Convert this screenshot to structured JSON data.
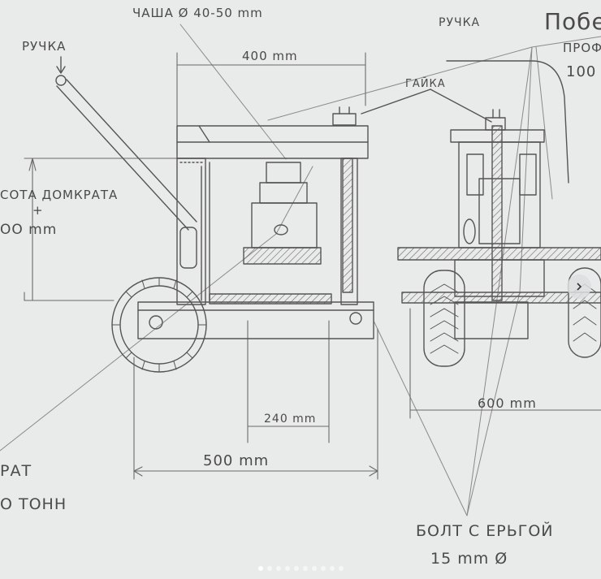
{
  "labels": {
    "bowl": "ЧАША Ø 40-50 mm",
    "handle_left": "РУЧКА",
    "dim_400": "400 mm",
    "handle_right": "РУЧКА",
    "nut": "ГАЙКА",
    "top_right_1": "Побе",
    "top_right_2": "ПРОФ",
    "top_right_3": "100",
    "jack_height_1": "СОТА ДОМКРАТА",
    "jack_height_plus": "+",
    "jack_height_2": "ОО mm",
    "dim_240": "240 mm",
    "dim_500": "500 mm",
    "dim_600": "600 mm",
    "jack_1": "РАТ",
    "jack_2": "О ТОНН",
    "bolt_1": "БОЛТ С ЕРЬГОЙ",
    "bolt_2": "15 mm Ø"
  },
  "carousel": {
    "total": 10,
    "active": 0
  },
  "colors": {
    "paper": "#e9eaea",
    "pencil": "#555555"
  }
}
